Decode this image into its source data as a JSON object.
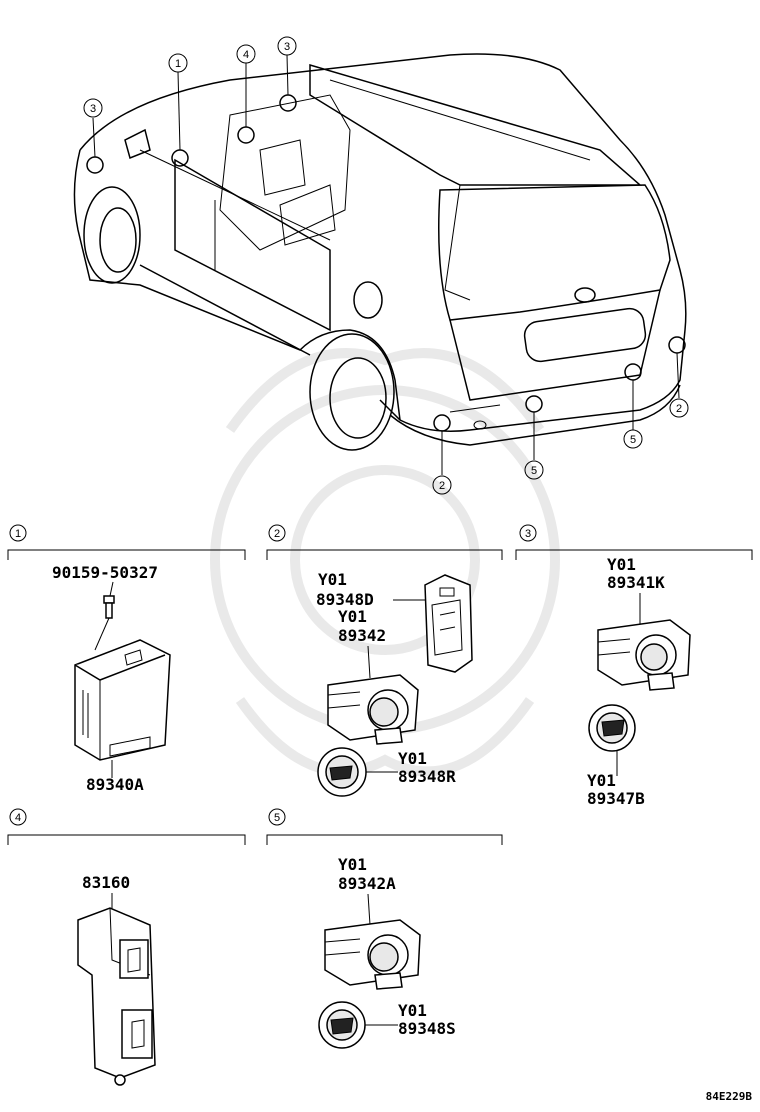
{
  "diagram_code": "84E229B",
  "callouts": {
    "c1": "1",
    "c2": "2",
    "c3": "3",
    "c4": "4",
    "c5": "5"
  },
  "sections": {
    "s1": {
      "num": "1",
      "parts": {
        "bolt": "90159-50327",
        "ecu": "89340A"
      }
    },
    "s2": {
      "num": "2",
      "parts": {
        "bracket_y": "Y01",
        "bracket": "89348D",
        "sensor_y": "Y01",
        "sensor": "89342",
        "ring_y": "Y01",
        "ring": "89348R"
      }
    },
    "s3": {
      "num": "3",
      "parts": {
        "sensor_y": "Y01",
        "sensor": "89341K",
        "ring_y": "Y01",
        "ring": "89347B"
      }
    },
    "s4": {
      "num": "4",
      "parts": {
        "switch": "83160"
      }
    },
    "s5": {
      "num": "5",
      "parts": {
        "sensor_y": "Y01",
        "sensor": "89342A",
        "ring_y": "Y01",
        "ring": "89348S"
      }
    }
  }
}
